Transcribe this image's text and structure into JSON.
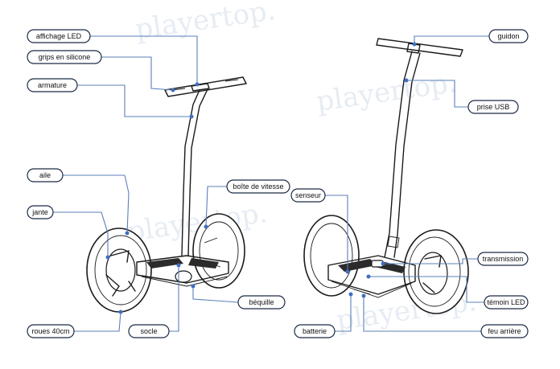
{
  "watermark": "playertop.",
  "colors": {
    "leader": "#5b7fb8",
    "dot": "#3f6fc0",
    "label_border": "#1b2a44"
  },
  "labels": {
    "affichage_led": "affichage LED",
    "grips_silicone": "grips en silicone",
    "armature": "armature",
    "aile": "aile",
    "jante": "jante",
    "roues": "roues 40cm",
    "socle": "socle",
    "bequille": "béquille",
    "boite_vitesse": "boîte de vitesse",
    "guidon": "guidon",
    "prise_usb": "prise USB",
    "senseur": "senseur",
    "transmission": "transmission",
    "temoin_led": "témoin LED",
    "batterie": "batterie",
    "feu_arriere": "feu arrière"
  }
}
